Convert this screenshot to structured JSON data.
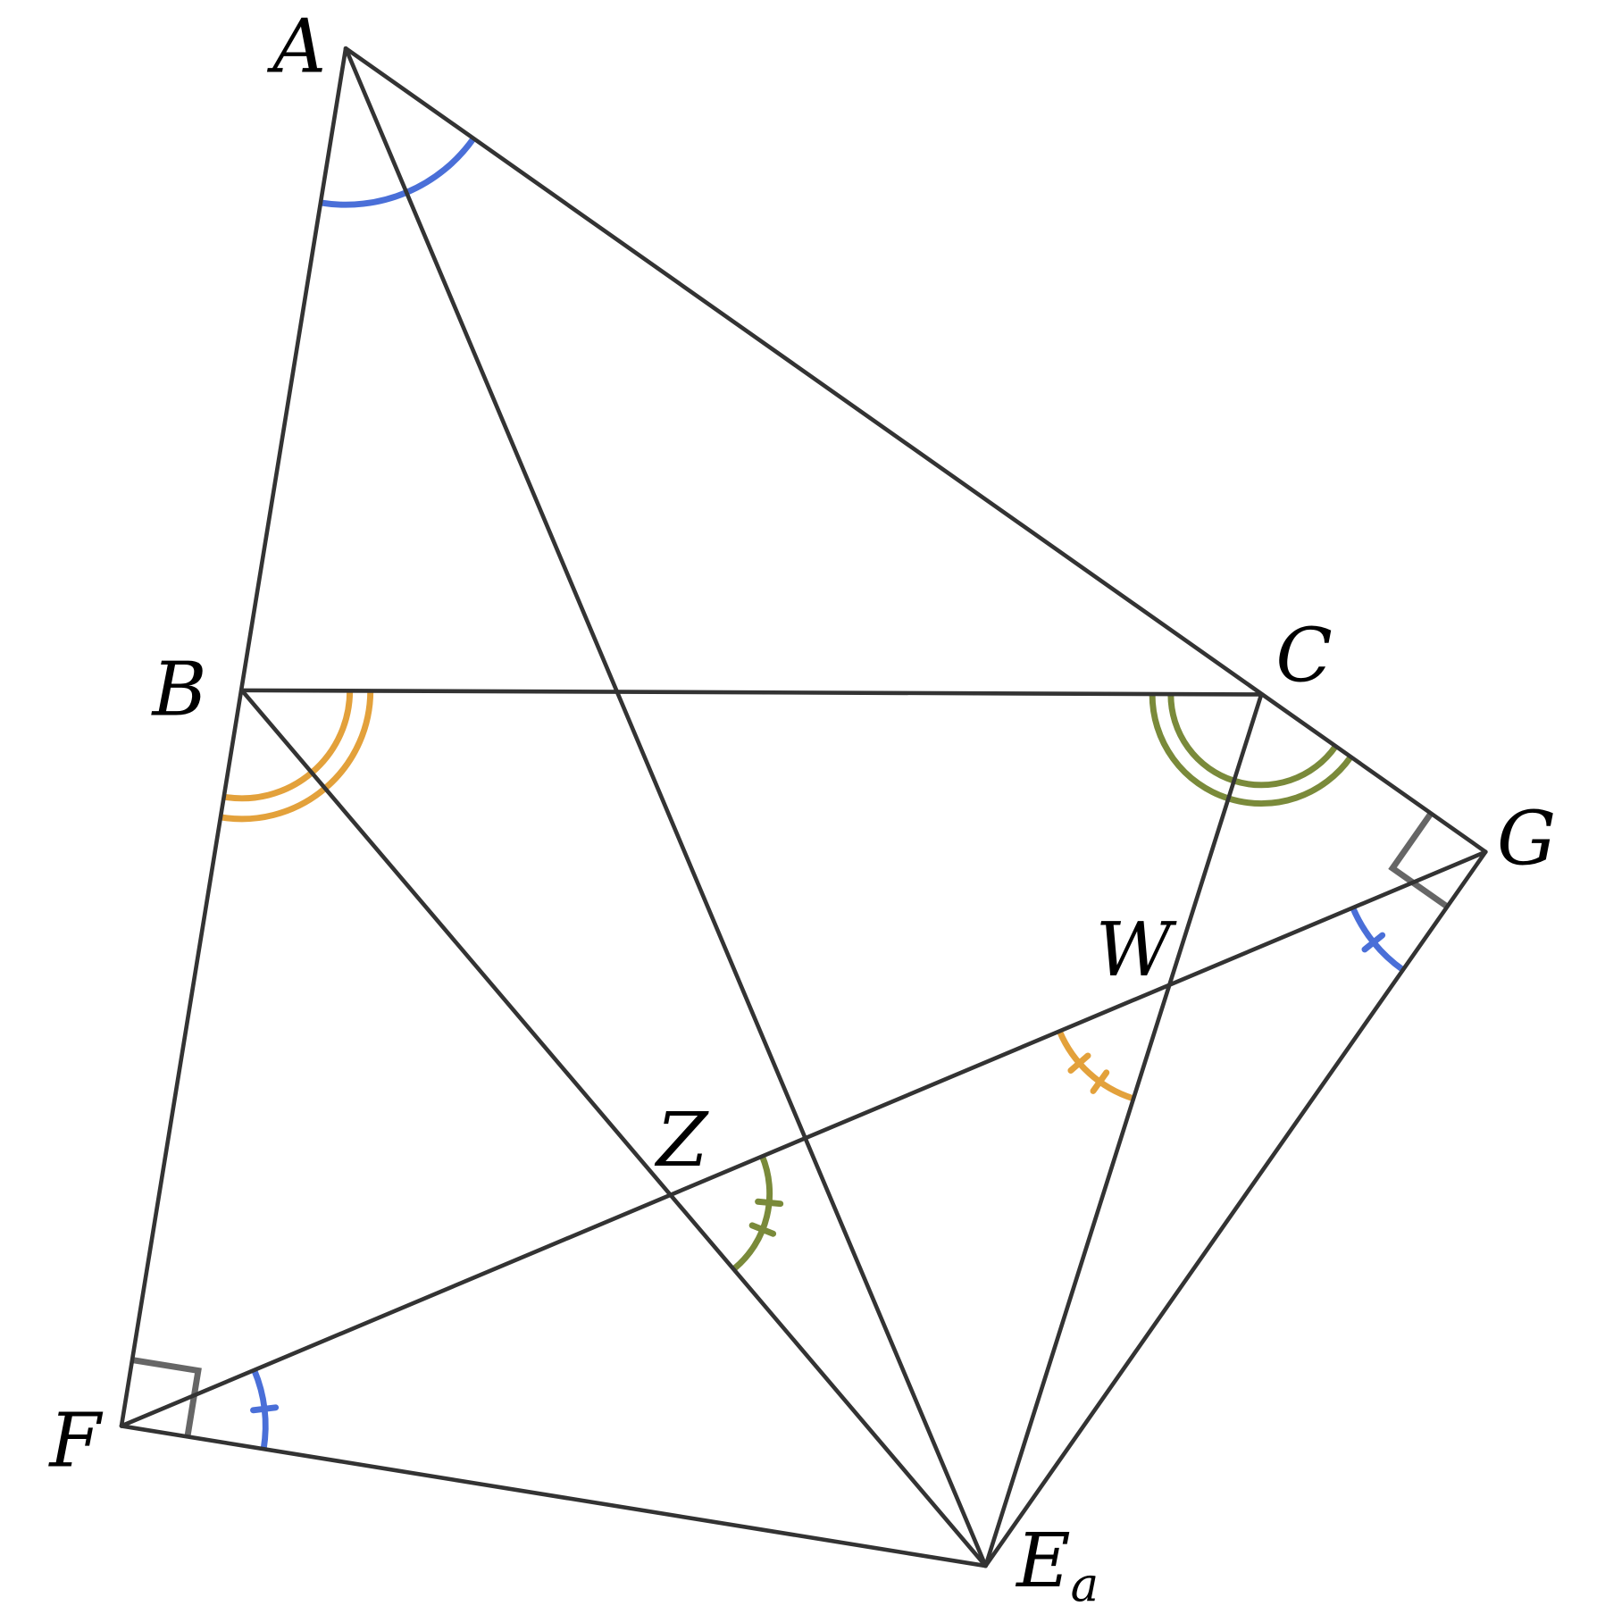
{
  "labels": {
    "A": "A",
    "B": "B",
    "C": "C",
    "G": "G",
    "W": "W",
    "Z": "Z",
    "F": "F",
    "E": "E",
    "E_sub": "a"
  },
  "colors": {
    "line": "#333333",
    "blue": "#4a6fd8",
    "orange": "#e3a13b",
    "green": "#7a8a3a",
    "gray": "#666666"
  }
}
